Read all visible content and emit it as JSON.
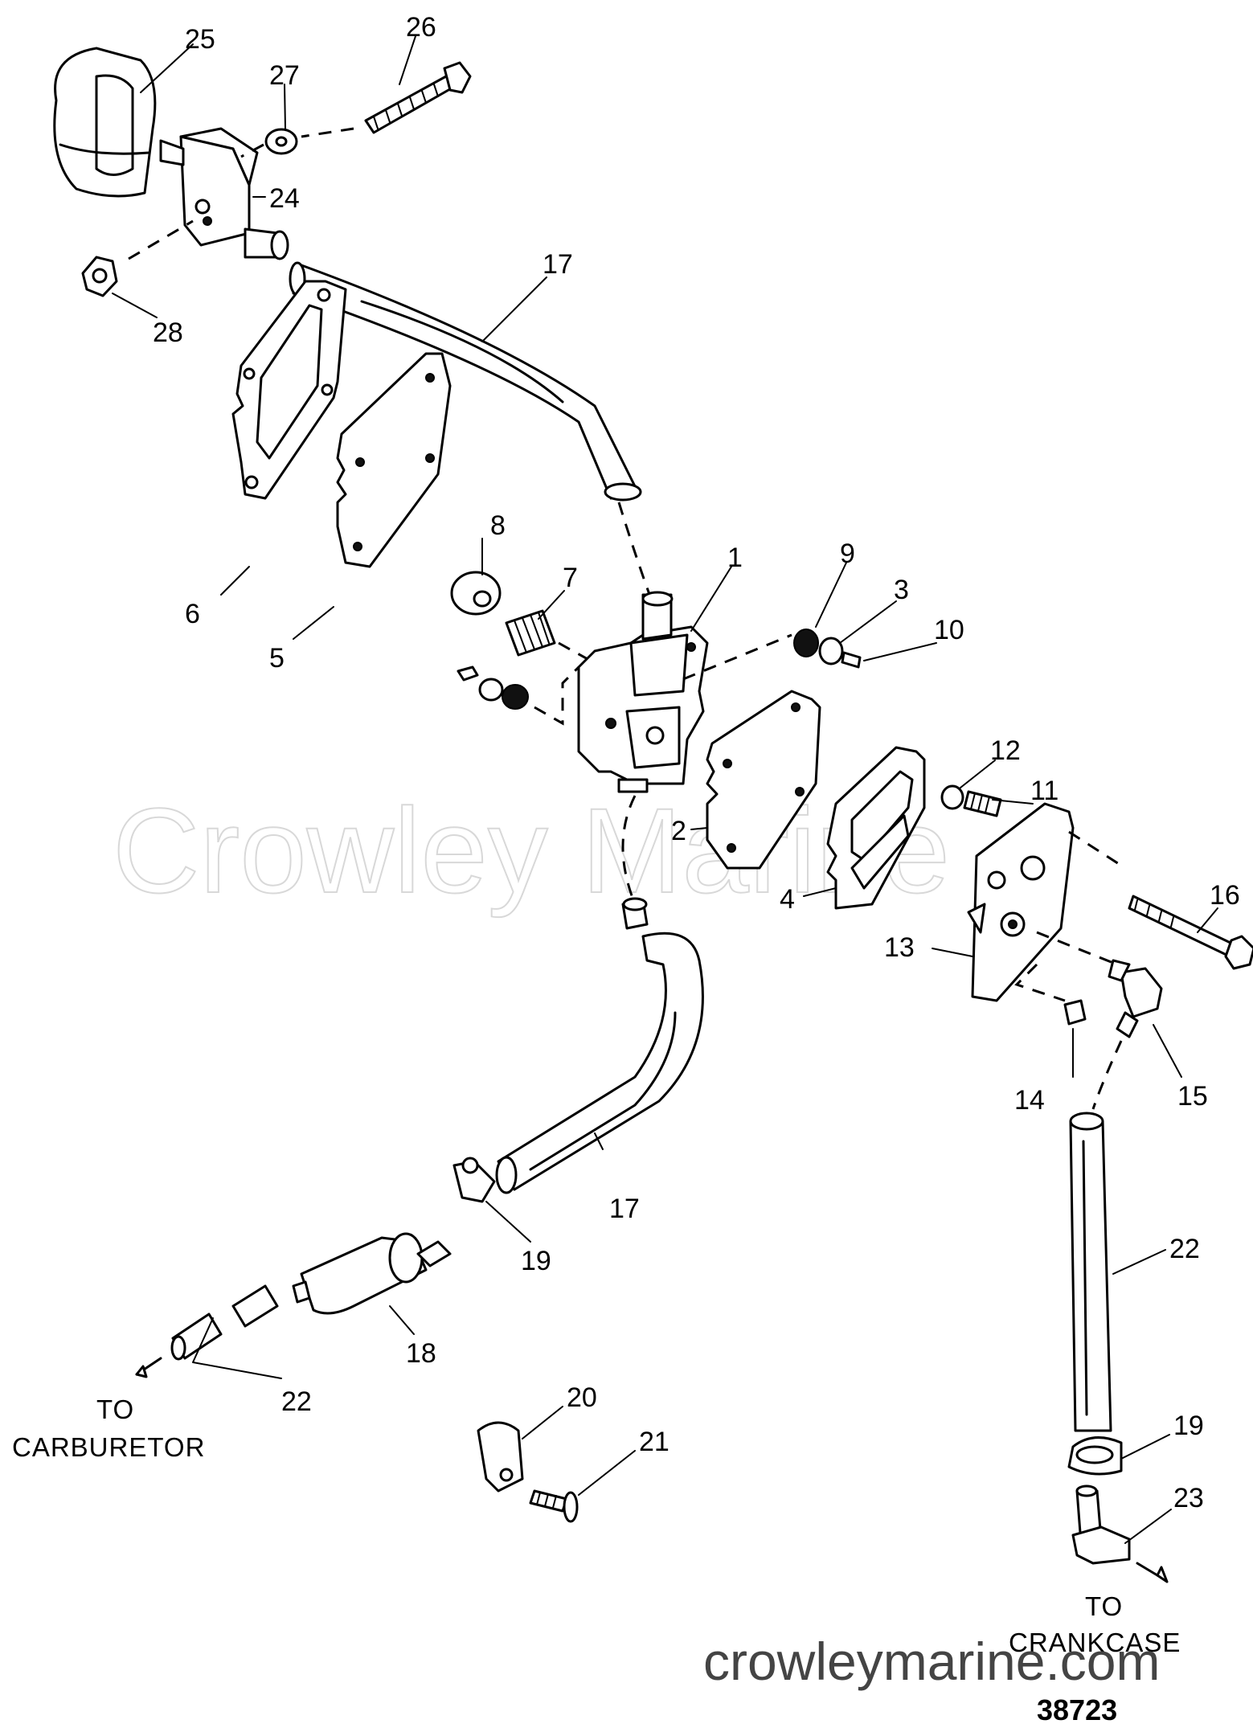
{
  "watermark": "Crowley Marine",
  "website": "crowleymarine.com",
  "figure_number": "38723",
  "labels": {
    "to_carburetor_1": "TO",
    "to_carburetor_2": "CARBURETOR",
    "to_crankcase_1": "TO",
    "to_crankcase_2": "CRANKCASE"
  },
  "callouts": {
    "c1": "1",
    "c2": "2",
    "c3": "3",
    "c4": "4",
    "c5": "5",
    "c6": "6",
    "c7": "7",
    "c8": "8",
    "c9": "9",
    "c10": "10",
    "c11": "11",
    "c12": "12",
    "c13": "13",
    "c14": "14",
    "c15": "15",
    "c16": "16",
    "c17a": "17",
    "c17b": "17",
    "c18": "18",
    "c19a": "19",
    "c19b": "19",
    "c20": "20",
    "c21": "21",
    "c22a": "22",
    "c22b": "22",
    "c23": "23",
    "c24": "24",
    "c25": "25",
    "c26": "26",
    "c27": "27",
    "c28": "28"
  }
}
